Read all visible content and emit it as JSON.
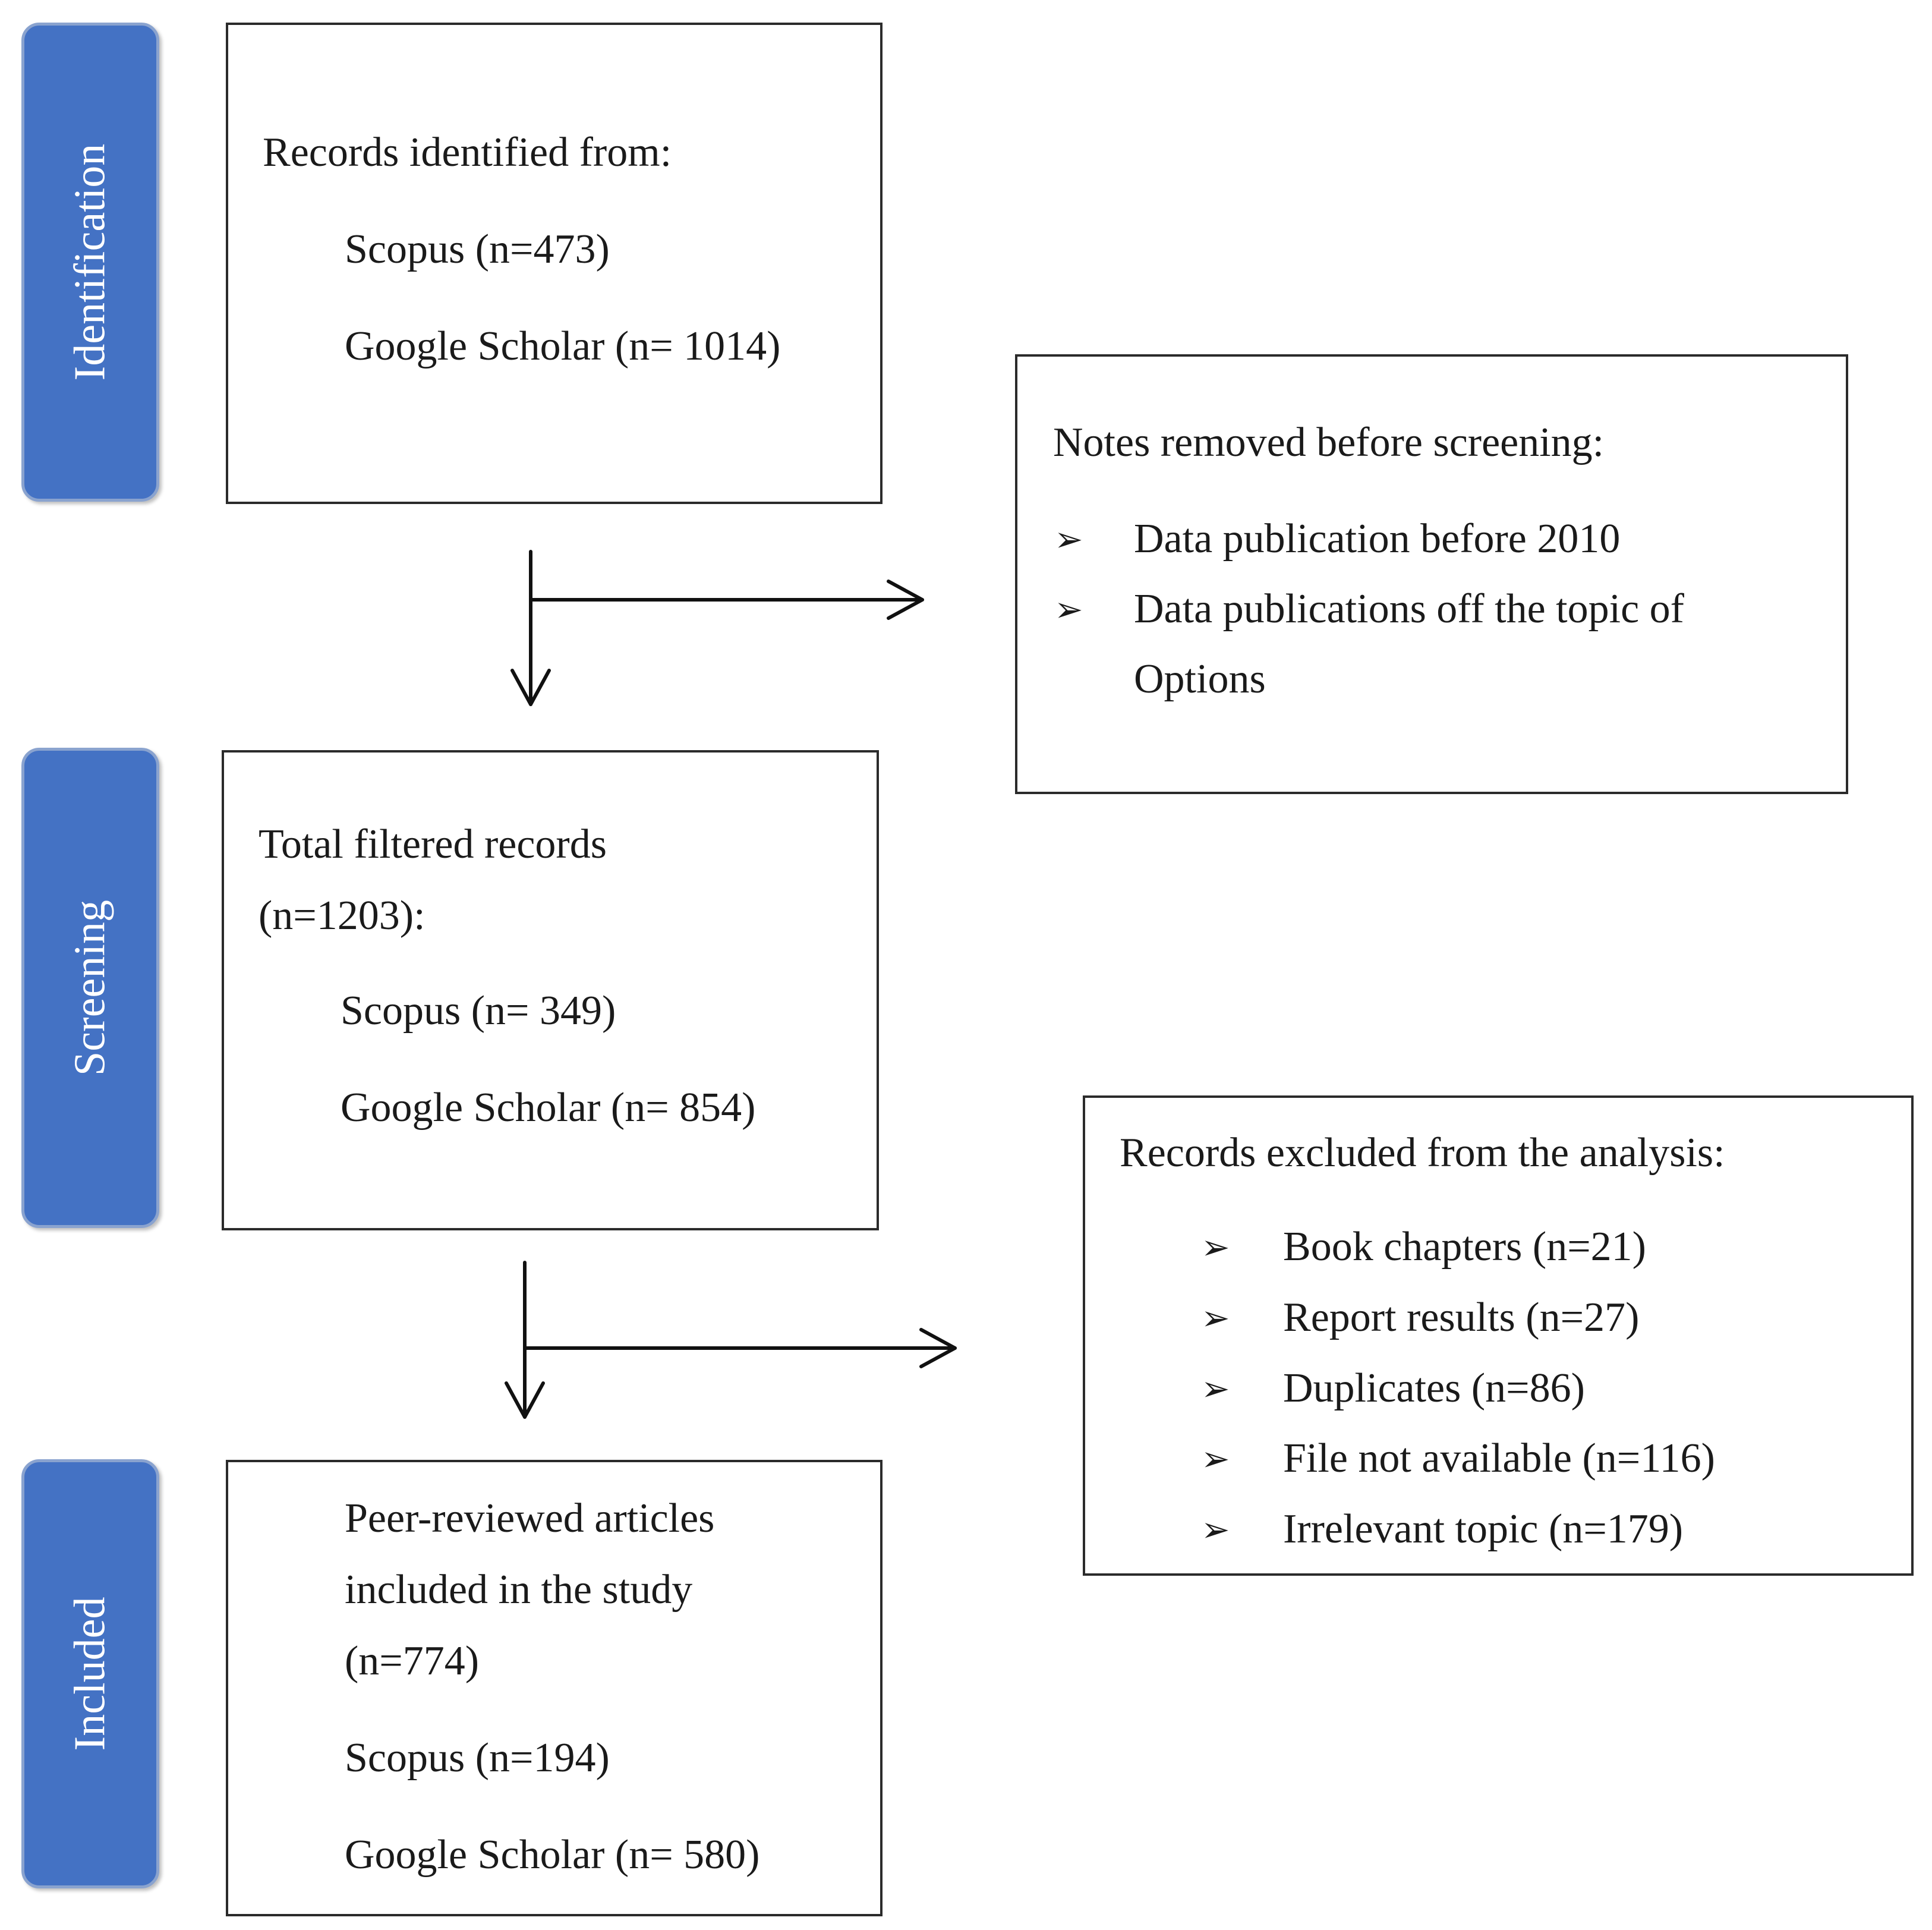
{
  "stages": {
    "identification": "Identification",
    "screening": "Screening",
    "included": "Included"
  },
  "identification_box": {
    "heading": "Records identified from:",
    "scopus": "Scopus (n=473)",
    "google_scholar": "Google Scholar (n= 1014)"
  },
  "removed_box": {
    "heading": "Notes removed before screening:",
    "bullet_icon": "arrowhead-bullet-icon",
    "items": [
      "Data publication before 2010",
      "Data publications off the topic of",
      "Options"
    ]
  },
  "screening_box": {
    "heading_line1": "Total filtered records",
    "heading_line2": "(n=1203):",
    "scopus": "Scopus (n= 349)",
    "google_scholar": "Google Scholar (n= 854)"
  },
  "excluded_box": {
    "heading": "Records excluded from the analysis:",
    "items": [
      "Book chapters (n=21)",
      "Report results (n=27)",
      "Duplicates (n=86)",
      "File not available (n=116)",
      "Irrelevant topic (n=179)"
    ]
  },
  "included_box": {
    "line1": "Peer-reviewed articles",
    "line2": "included in the study",
    "line3": "(n=774)",
    "scopus": "Scopus (n=194)",
    "google_scholar": "Google Scholar (n= 580)"
  },
  "colors": {
    "stage_fill": "#4472c4",
    "stage_border": "#8aa3cf",
    "box_border": "#2b2b2b",
    "text": "#1a1a1a"
  }
}
